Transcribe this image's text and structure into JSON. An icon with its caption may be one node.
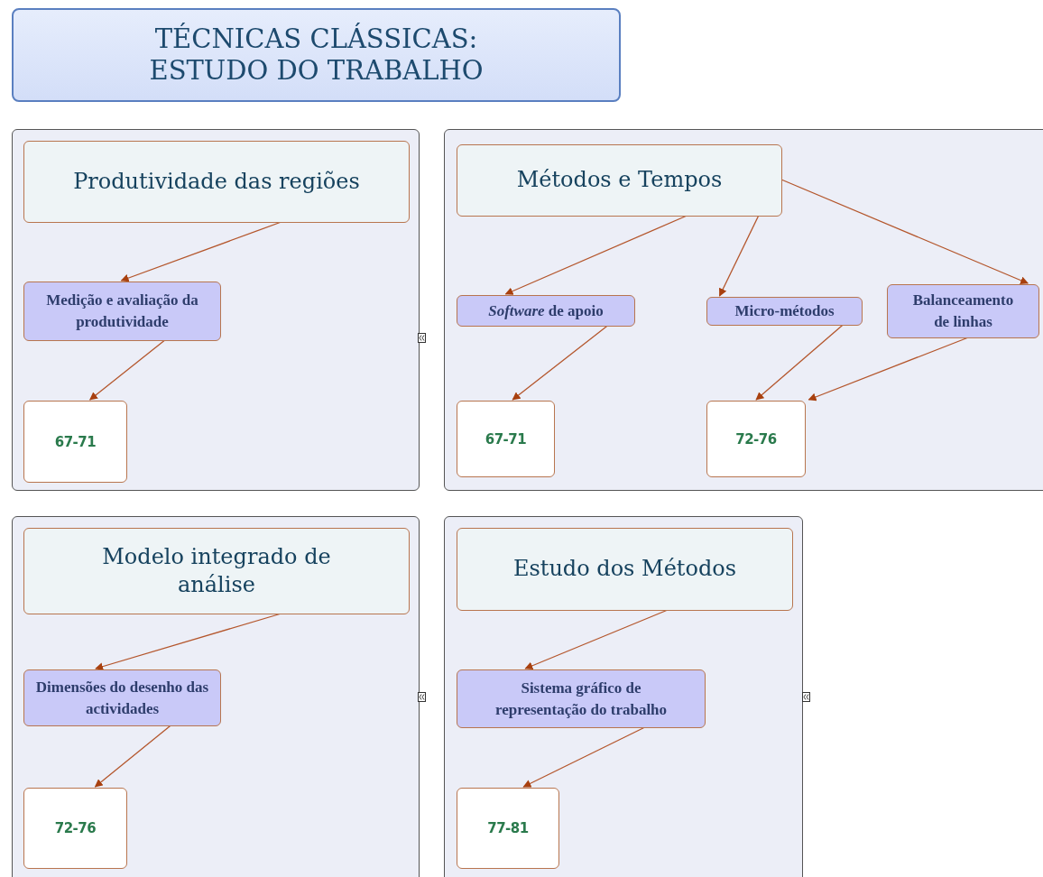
{
  "diagram": {
    "title": "TÉCNICAS CLÁSSICAS: ESTUDO DO TRABALHO",
    "nodes": [
      {
        "text": [],
        "shape": "box"
      },
      {
        "text": [
          "Produtividade das regiões"
        ],
        "in": 0
      },
      {
        "text": [
          "Medição e avaliação da produtividade"
        ],
        "in": 0
      },
      {
        "text": [
          "67-71"
        ],
        "in": 0
      },
      {
        "text": [],
        "shape": "box"
      },
      {
        "text": [
          "Métodos e Tempos"
        ],
        "in": 4
      },
      {
        "text": [
          "*Software* de apoio"
        ],
        "in": 4
      },
      {
        "text": [
          "Micro-métodos"
        ],
        "in": 4
      },
      {
        "text": [
          "Balanceamento de linhas"
        ],
        "in": 4
      },
      {
        "text": [
          "67-71"
        ],
        "in": 4
      },
      {
        "text": [
          "72-76"
        ],
        "in": 4
      },
      {
        "text": [],
        "shape": "box"
      },
      {
        "text": [
          "Modelo integrado de análise"
        ],
        "in": 11
      },
      {
        "text": [
          "Dimensões do desenho das actividades"
        ],
        "in": 11
      },
      {
        "text": [
          "72-76"
        ],
        "in": 11
      },
      {
        "text": [],
        "shape": "box"
      },
      {
        "text": [
          "Estudo dos Métodos"
        ],
        "in": 15
      },
      {
        "text": [
          "Sistema gráfico de representação do trabalho"
        ],
        "in": 15
      },
      {
        "text": [
          "77-81"
        ],
        "in": 15
      }
    ],
    "edges": [
      {
        "from": 1,
        "to": 2,
        "arrow": "to"
      },
      {
        "from": 2,
        "to": 3,
        "arrow": "to"
      },
      {
        "from": 5,
        "to": 6,
        "arrow": "to"
      },
      {
        "from": 5,
        "to": 7,
        "arrow": "to"
      },
      {
        "from": 5,
        "to": 8,
        "arrow": "to"
      },
      {
        "from": 6,
        "to": 9,
        "arrow": "to"
      },
      {
        "from": 7,
        "to": 10,
        "arrow": "to"
      },
      {
        "from": 8,
        "to": 10,
        "arrow": "to"
      },
      {
        "from": 12,
        "to": 13,
        "arrow": "to"
      },
      {
        "from": 13,
        "to": 14,
        "arrow": "to"
      },
      {
        "from": 16,
        "to": 17,
        "arrow": "to"
      },
      {
        "from": 17,
        "to": 18,
        "arrow": "to"
      }
    ]
  }
}
